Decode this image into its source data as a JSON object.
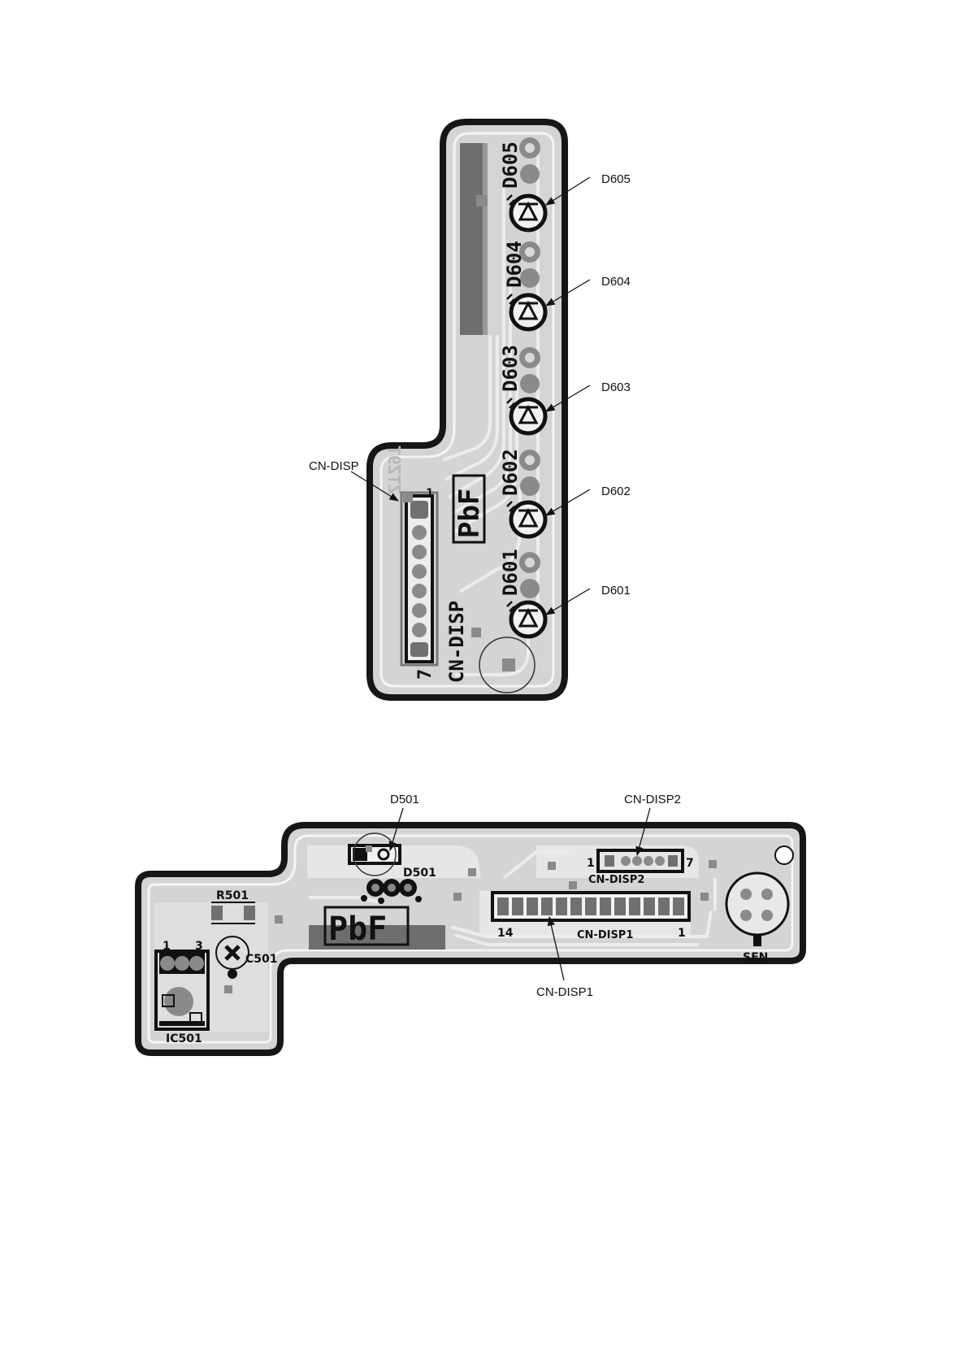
{
  "board_top": {
    "callouts": {
      "d605": "D605",
      "d604": "D604",
      "d603": "D603",
      "d602": "D602",
      "d601": "D601",
      "cn_disp": "CN-DISP"
    },
    "silkscreen": {
      "d605": "D605",
      "d604": "D604",
      "d603": "D603",
      "d602": "D602",
      "d601": "D601",
      "cn_disp": "CN-DISP",
      "pin_seven": "7",
      "pin_one": "1",
      "pbf_mark": "PbF"
    }
  },
  "board_bottom": {
    "callouts": {
      "d501": "D501",
      "cn_disp2": "CN-DISP2",
      "cn_disp1": "CN-DISP1"
    },
    "silkscreen": {
      "d501": "D501",
      "r501": "R501",
      "c501": "C501",
      "ic501": "IC501",
      "ic_pin1": "1",
      "ic_pin3": "3",
      "cn_disp2": "CN-DISP2",
      "cn_disp2_pin1": "1",
      "cn_disp2_pin7": "7",
      "cn_disp1": "CN-DISP1",
      "cn_disp1_pin14": "14",
      "cn_disp1_pin1": "1",
      "sen": "SEN",
      "pbf_mark": "PbF"
    }
  },
  "colors": {
    "board_fill": "#d4d4d4",
    "outline": "#161616",
    "trace": "#ececec",
    "pad": "#8a8a8a"
  }
}
